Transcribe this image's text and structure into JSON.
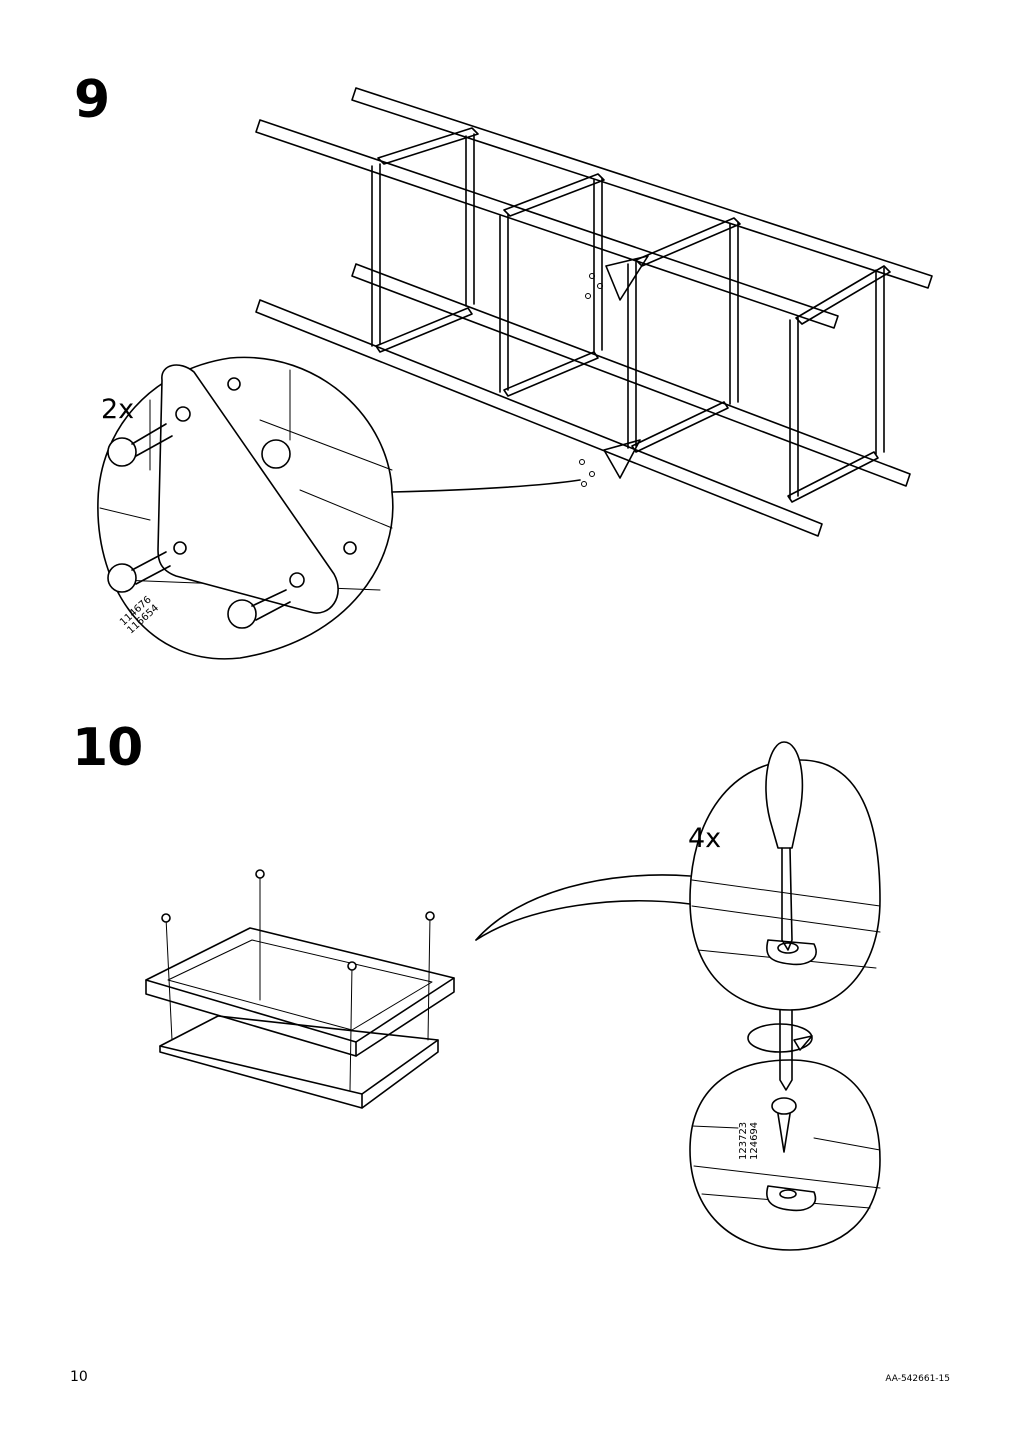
{
  "steps": {
    "step9": {
      "number": "9",
      "quantity": "2x",
      "part_numbers": "114676\n116654"
    },
    "step10": {
      "number": "10",
      "quantity": "4x",
      "part_numbers": "123723\n124694"
    }
  },
  "footer": {
    "page_number": "10",
    "document_code": "AA-542661-15"
  },
  "icons": {
    "screw": "machine-screw-icon",
    "wood_screw": "wood-screw-icon",
    "screwdriver": "screwdriver-icon",
    "rotation": "clockwise-arrow-icon"
  }
}
